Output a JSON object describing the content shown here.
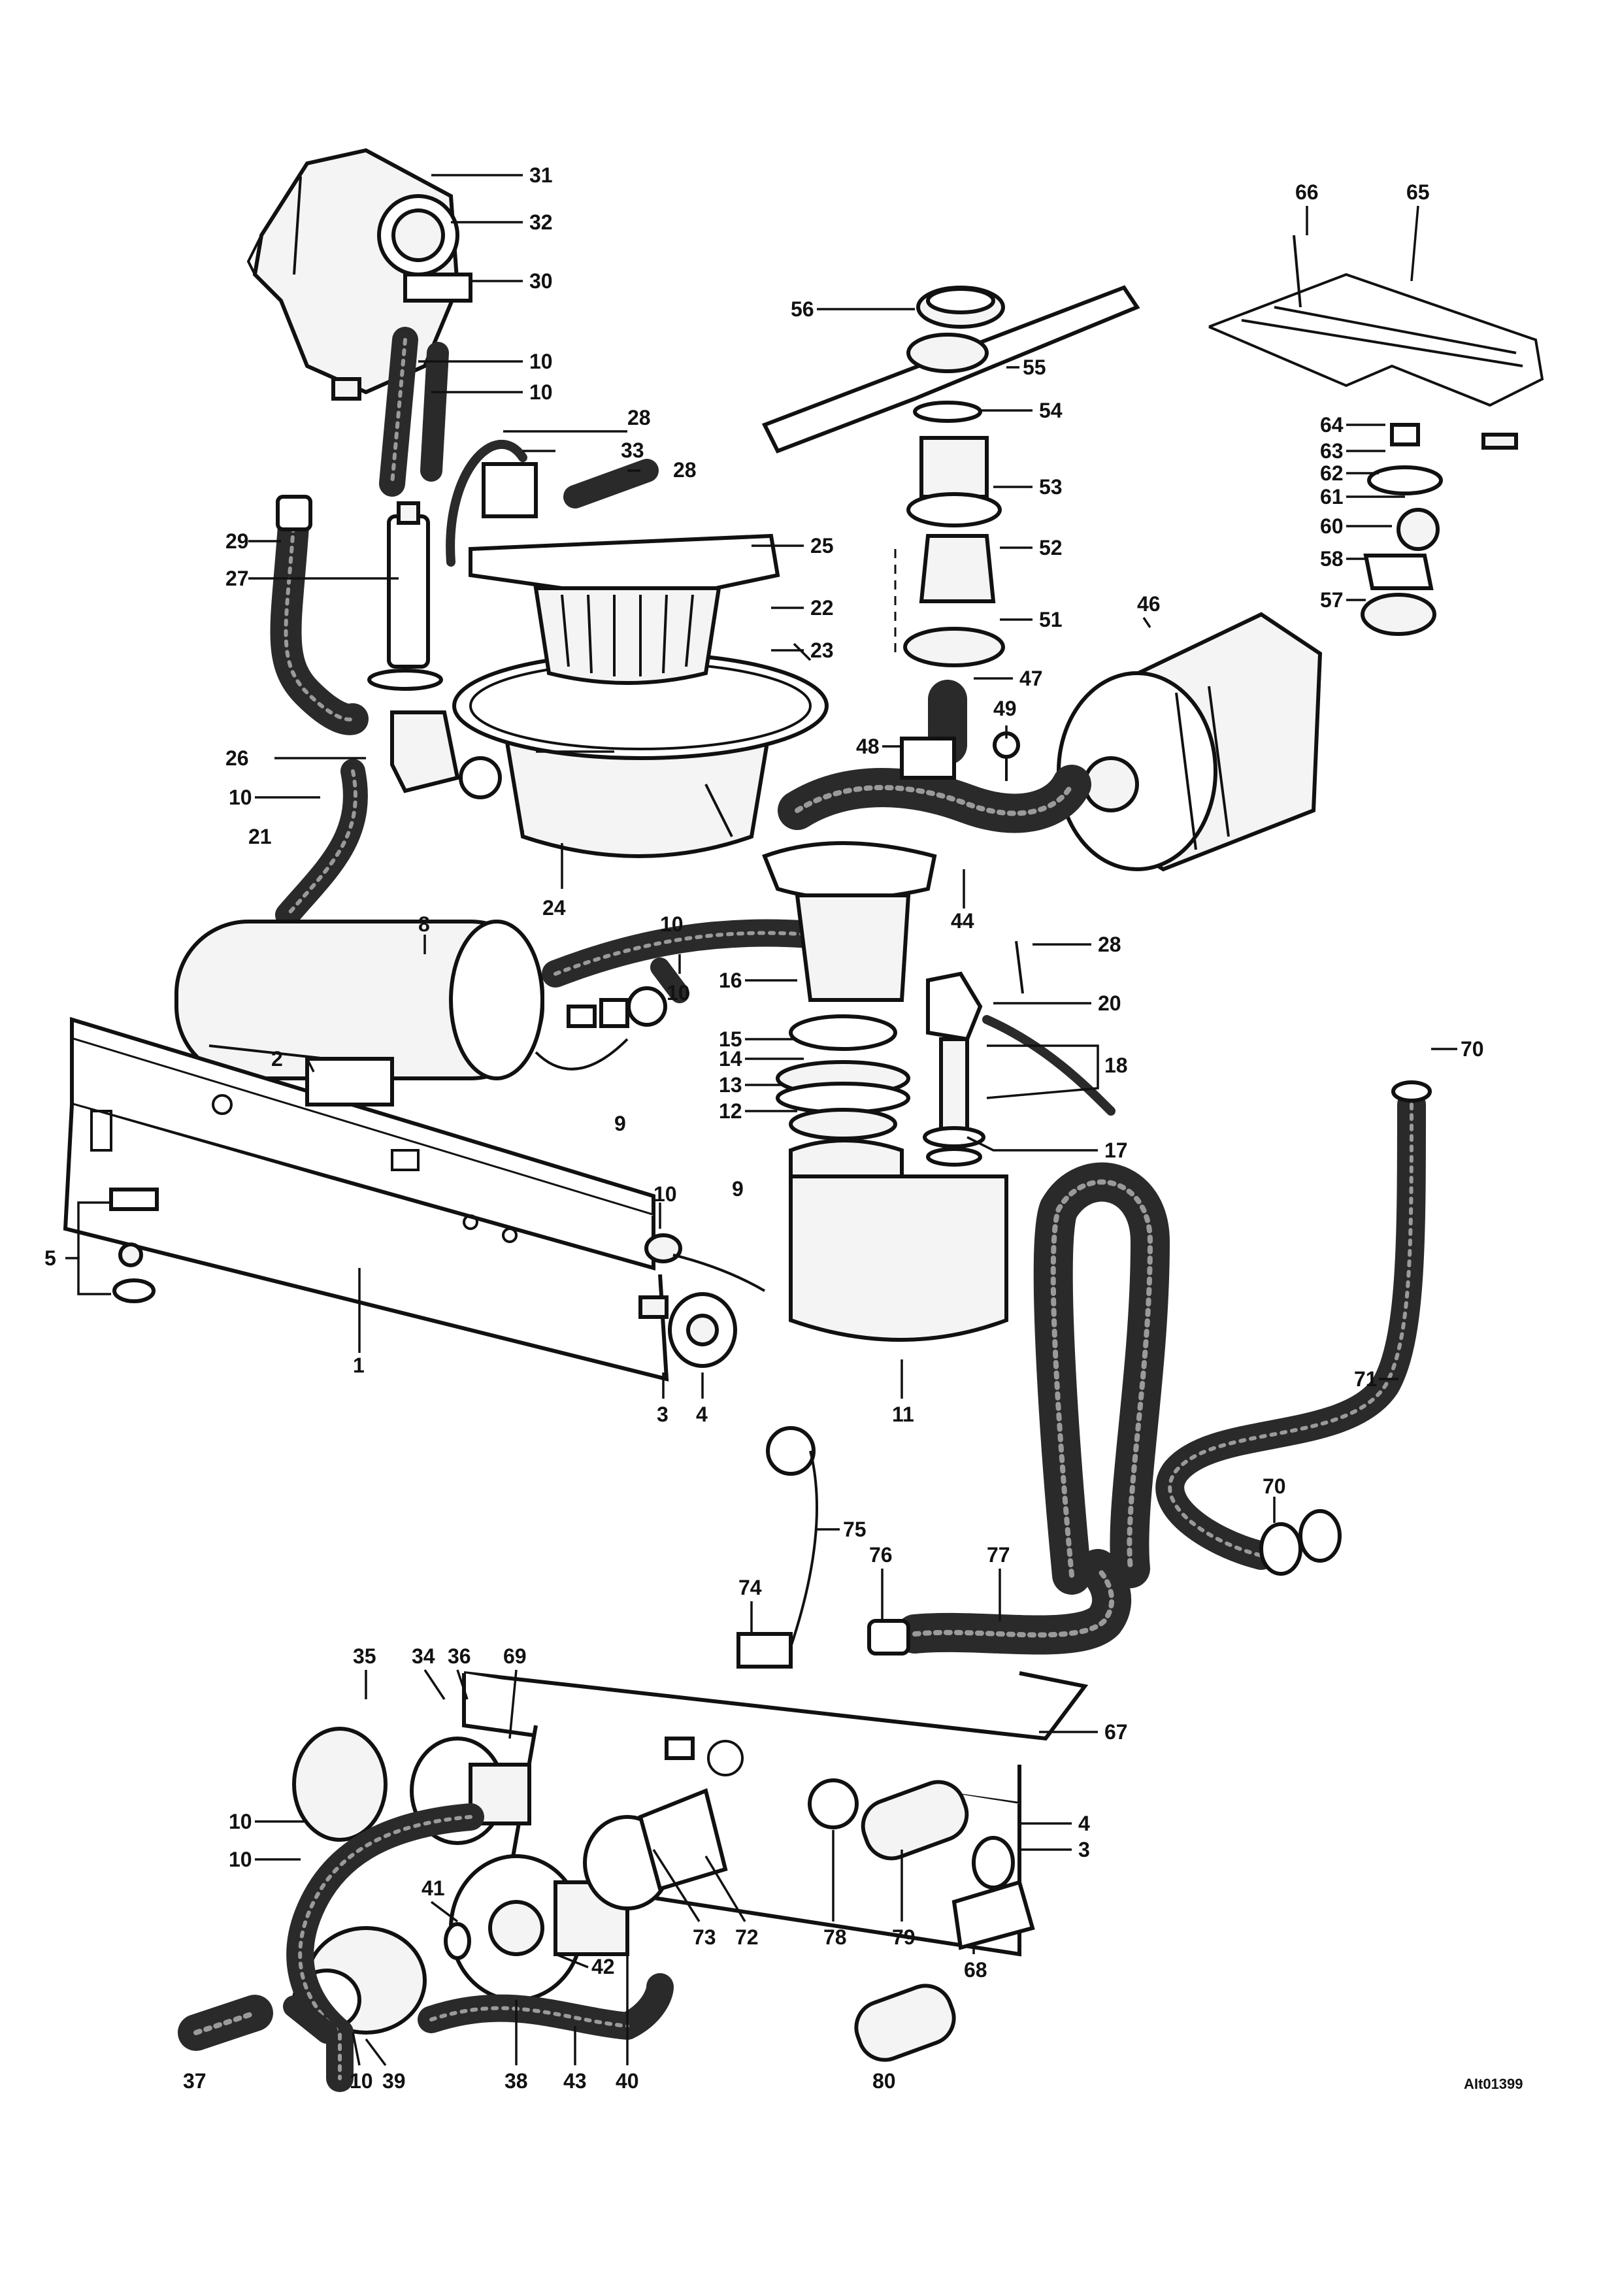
{
  "diagram": {
    "code": "AIt01399",
    "callouts": [
      {
        "id": "c31",
        "text": "31"
      },
      {
        "id": "c32",
        "text": "32"
      },
      {
        "id": "c30",
        "text": "30"
      },
      {
        "id": "c10a",
        "text": "10"
      },
      {
        "id": "c10b",
        "text": "10"
      },
      {
        "id": "c28a",
        "text": "28"
      },
      {
        "id": "c33",
        "text": "33"
      },
      {
        "id": "c28b",
        "text": "28"
      },
      {
        "id": "c29",
        "text": "29"
      },
      {
        "id": "c27",
        "text": "27"
      },
      {
        "id": "c25",
        "text": "25"
      },
      {
        "id": "c22",
        "text": "22"
      },
      {
        "id": "c23",
        "text": "23"
      },
      {
        "id": "c26",
        "text": "26"
      },
      {
        "id": "c10c",
        "text": "10"
      },
      {
        "id": "c21",
        "text": "21"
      },
      {
        "id": "c24",
        "text": "24"
      },
      {
        "id": "c8",
        "text": "8"
      },
      {
        "id": "c10d",
        "text": "10"
      },
      {
        "id": "c16",
        "text": "16"
      },
      {
        "id": "c10e",
        "text": "10"
      },
      {
        "id": "c2",
        "text": "2"
      },
      {
        "id": "c9a",
        "text": "9"
      },
      {
        "id": "c15",
        "text": "15"
      },
      {
        "id": "c14",
        "text": "14"
      },
      {
        "id": "c13",
        "text": "13"
      },
      {
        "id": "c12",
        "text": "12"
      },
      {
        "id": "c10f",
        "text": "10"
      },
      {
        "id": "c9b",
        "text": "9"
      },
      {
        "id": "c5",
        "text": "5"
      },
      {
        "id": "c1",
        "text": "1"
      },
      {
        "id": "c3a",
        "text": "3"
      },
      {
        "id": "c4a",
        "text": "4"
      },
      {
        "id": "c11",
        "text": "11"
      },
      {
        "id": "c56",
        "text": "56"
      },
      {
        "id": "c55",
        "text": "55"
      },
      {
        "id": "c54",
        "text": "54"
      },
      {
        "id": "c53",
        "text": "53"
      },
      {
        "id": "c52",
        "text": "52"
      },
      {
        "id": "c51",
        "text": "51"
      },
      {
        "id": "c47",
        "text": "47"
      },
      {
        "id": "c48",
        "text": "48"
      },
      {
        "id": "c49",
        "text": "49"
      },
      {
        "id": "c46",
        "text": "46"
      },
      {
        "id": "c44",
        "text": "44"
      },
      {
        "id": "c28c",
        "text": "28"
      },
      {
        "id": "c20",
        "text": "20"
      },
      {
        "id": "c18",
        "text": "18"
      },
      {
        "id": "c17",
        "text": "17"
      },
      {
        "id": "c66",
        "text": "66"
      },
      {
        "id": "c65",
        "text": "65"
      },
      {
        "id": "c64",
        "text": "64"
      },
      {
        "id": "c63",
        "text": "63"
      },
      {
        "id": "c62",
        "text": "62"
      },
      {
        "id": "c61",
        "text": "61"
      },
      {
        "id": "c60",
        "text": "60"
      },
      {
        "id": "c58",
        "text": "58"
      },
      {
        "id": "c57",
        "text": "57"
      },
      {
        "id": "c70a",
        "text": "70"
      },
      {
        "id": "c71",
        "text": "71"
      },
      {
        "id": "c70b",
        "text": "70"
      },
      {
        "id": "c75",
        "text": "75"
      },
      {
        "id": "c74",
        "text": "74"
      },
      {
        "id": "c76",
        "text": "76"
      },
      {
        "id": "c77",
        "text": "77"
      },
      {
        "id": "c35",
        "text": "35"
      },
      {
        "id": "c34",
        "text": "34"
      },
      {
        "id": "c36",
        "text": "36"
      },
      {
        "id": "c69",
        "text": "69"
      },
      {
        "id": "c67",
        "text": "67"
      },
      {
        "id": "c10g",
        "text": "10"
      },
      {
        "id": "c10h",
        "text": "10"
      },
      {
        "id": "c41",
        "text": "41"
      },
      {
        "id": "c42",
        "text": "42"
      },
      {
        "id": "c73",
        "text": "73"
      },
      {
        "id": "c72",
        "text": "72"
      },
      {
        "id": "c78",
        "text": "78"
      },
      {
        "id": "c79",
        "text": "79"
      },
      {
        "id": "c4b",
        "text": "4"
      },
      {
        "id": "c3b",
        "text": "3"
      },
      {
        "id": "c68",
        "text": "68"
      },
      {
        "id": "c37",
        "text": "37"
      },
      {
        "id": "c10i",
        "text": "10"
      },
      {
        "id": "c39",
        "text": "39"
      },
      {
        "id": "c38",
        "text": "38"
      },
      {
        "id": "c43",
        "text": "43"
      },
      {
        "id": "c40",
        "text": "40"
      },
      {
        "id": "c80",
        "text": "80"
      }
    ]
  }
}
